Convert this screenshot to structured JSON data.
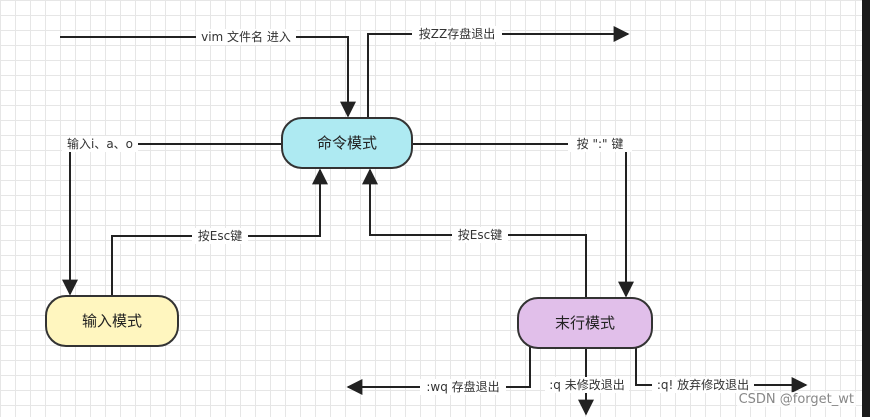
{
  "diagram": {
    "nodes": {
      "command": {
        "label": "命令模式",
        "fill": "#aeeaf2",
        "stroke": "#333333"
      },
      "input": {
        "label": "输入模式",
        "fill": "#fff6bf",
        "stroke": "#333333"
      },
      "lastline": {
        "label": "末行模式",
        "fill": "#e1bfea",
        "stroke": "#333333"
      }
    },
    "edges": {
      "enter": "vim 文件名 进入",
      "save_exit": "按ZZ存盘退出",
      "to_input": "输入i、a、o",
      "to_lastline": "按 \":\" 键",
      "input_esc": "按Esc键",
      "lastline_esc": "按Esc键",
      "wq": ":wq 存盘退出",
      "q": ":q 未修改退出",
      "q_force": ":q! 放弃修改退出"
    }
  },
  "watermark": "CSDN @forget_wt"
}
